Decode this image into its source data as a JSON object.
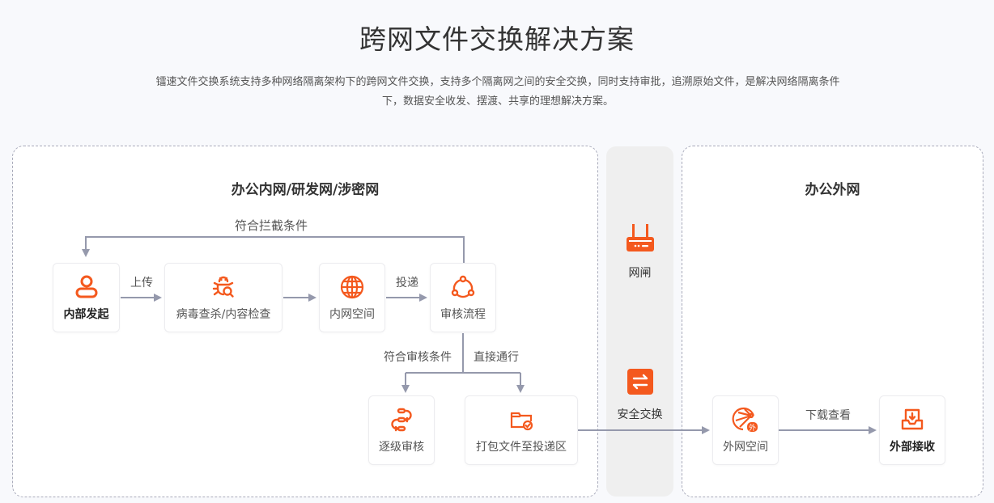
{
  "header": {
    "title": "跨网文件交换解决方案",
    "description": "镭速文件交换系统支持多种网络隔离架构下的跨网文件交换，支持多个隔离网之间的安全交换，同时支持审批，追溯原始文件，是解决网络隔离条件下，数据安全收发、摆渡、共享的理想解决方案。"
  },
  "colors": {
    "accent": "#f4591e",
    "line": "#9599ac",
    "zone_border": "#a9abbb",
    "gate_bg": "#efefef",
    "page_bg": "#f8f9fc"
  },
  "zones": {
    "internal": {
      "title": "办公内网/研发网/涉密网"
    },
    "external": {
      "title": "办公外网"
    }
  },
  "nodes": {
    "initiate": {
      "label": "内部发起",
      "icon": "user-icon"
    },
    "scan": {
      "label": "病毒查杀/内容检查",
      "icon": "bug-search-icon"
    },
    "inner_space": {
      "label": "内网空间",
      "icon": "globe-icon"
    },
    "review": {
      "label": "审核流程",
      "icon": "workflow-icon"
    },
    "stepwise": {
      "label": "逐级审核",
      "icon": "step-flow-icon"
    },
    "package": {
      "label": "打包文件至投递区",
      "icon": "folder-check-icon"
    },
    "outer_space": {
      "label": "外网空间",
      "icon": "external-globe-icon"
    },
    "receive": {
      "label": "外部接收",
      "icon": "inbox-download-icon"
    }
  },
  "gate": {
    "gateway": {
      "label": "网闸",
      "icon": "router-icon"
    },
    "exchange": {
      "label": "安全交换",
      "icon": "swap-icon"
    }
  },
  "edges": {
    "intercept": "符合拦截条件",
    "upload": "上传",
    "deliver": "投递",
    "meet_review": "符合审核条件",
    "direct_pass": "直接通行",
    "download_view": "下载查看"
  }
}
